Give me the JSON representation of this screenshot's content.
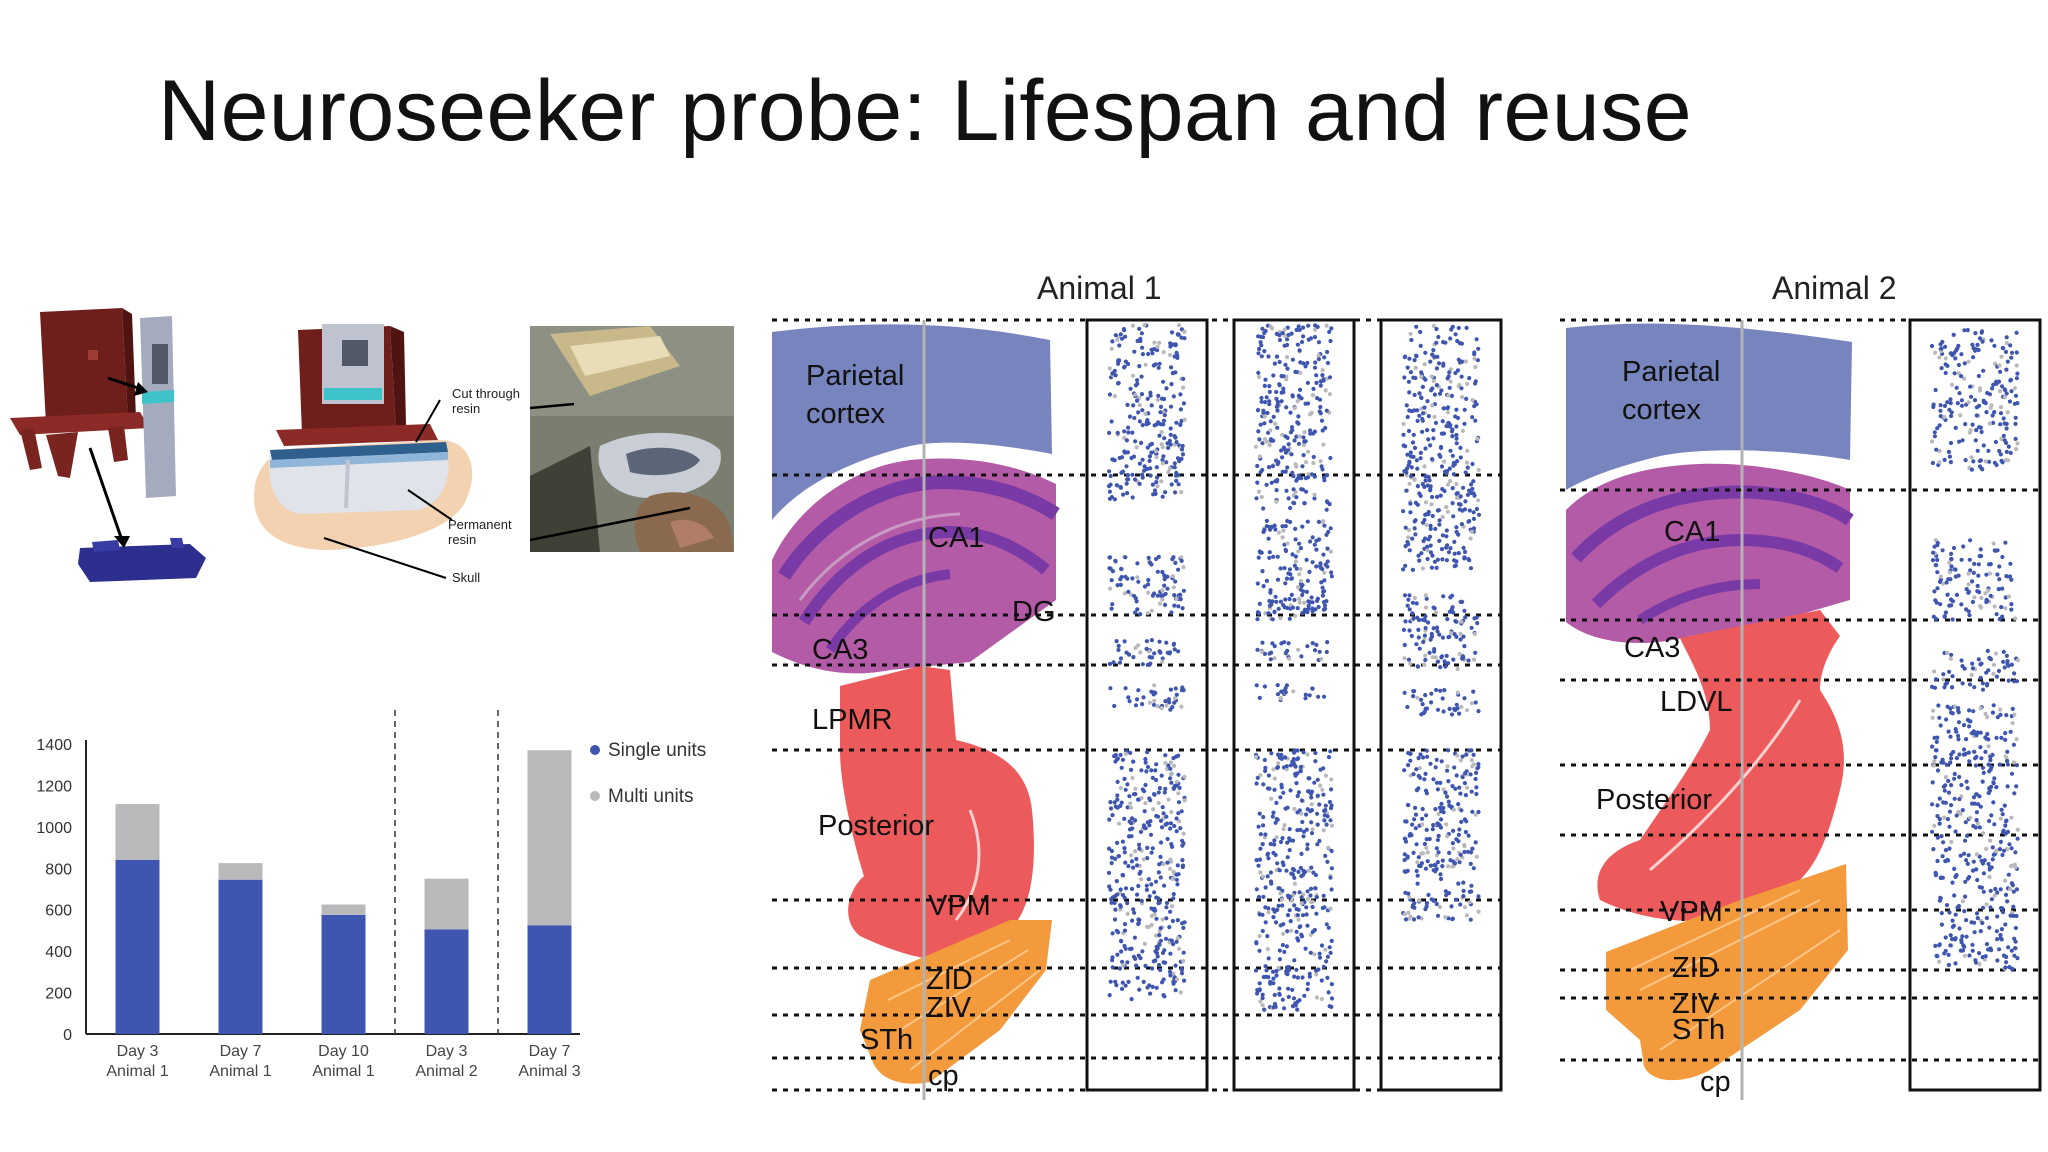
{
  "title": "Neuroseeker probe: Lifespan and reuse",
  "hardware_labels": {
    "cut_through": [
      "Cut through",
      "resin"
    ],
    "permanent": [
      "Permanent",
      "resin"
    ],
    "skull": "Skull"
  },
  "brain": {
    "animal1": {
      "title": "Animal 1",
      "regions": [
        "Parietal",
        "cortex",
        "CA1",
        "DG",
        "CA3",
        "LPMR",
        "Posterior",
        "VPM",
        "ZID",
        "ZIV",
        "STh",
        "cp"
      ]
    },
    "animal2": {
      "title": "Animal 2",
      "regions": [
        "Parietal",
        "cortex",
        "CA1",
        "CA3",
        "LDVL",
        "Posterior",
        "VPM",
        "ZID",
        "ZIV",
        "STh",
        "cp"
      ]
    }
  },
  "colors": {
    "single": "#3f56b0",
    "multi": "#b9b9bc",
    "cortex": "#7884bd",
    "hippocampus": "#b35ba6",
    "hippo_band": "#7a3aa6",
    "thalamus": "#ec5a5c",
    "zona": "#f39a3c"
  },
  "chart_data": {
    "type": "bar",
    "stacked": true,
    "categories": [
      "Day 3\nAnimal 1",
      "Day 7\nAnimal 1",
      "Day 10\nAnimal 1",
      "Day 3\nAnimal 2",
      "Day 7\nAnimal 3"
    ],
    "category_lines": [
      [
        "Day 3",
        "Animal 1"
      ],
      [
        "Day 7",
        "Animal 1"
      ],
      [
        "Day 10",
        "Animal 1"
      ],
      [
        "Day 3",
        "Animal 2"
      ],
      [
        "Day 7",
        "Animal 3"
      ]
    ],
    "series": [
      {
        "name": "Single units",
        "values": [
          840,
          745,
          575,
          505,
          525
        ],
        "color": "#3f56b0"
      },
      {
        "name": "Multi units",
        "values": [
          270,
          80,
          50,
          245,
          845
        ],
        "color": "#b9b9bc"
      }
    ],
    "ylim": [
      0,
      1400
    ],
    "yticks": [
      0,
      200,
      400,
      600,
      800,
      1000,
      1200,
      1400
    ],
    "grid": false,
    "legend": "right",
    "separators_after": [
      "Day 10\nAnimal 1",
      "Day 3\nAnimal 2"
    ]
  }
}
